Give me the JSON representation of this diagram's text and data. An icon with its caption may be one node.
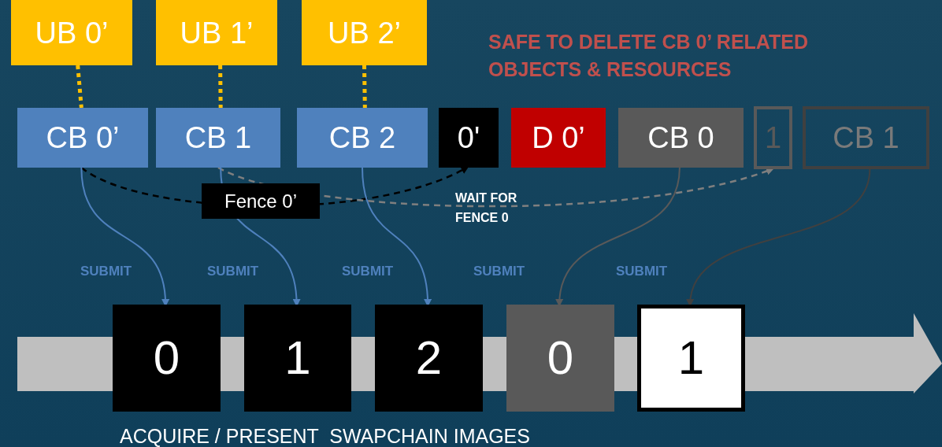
{
  "diagram": {
    "nodes": [
      {
        "text": [
          "UB 0’"
        ]
      },
      {
        "text": [
          "UB 1’"
        ]
      },
      {
        "text": [
          "UB 2’"
        ]
      },
      {
        "text": [
          "CB 0’"
        ]
      },
      {
        "text": [
          "CB 1"
        ]
      },
      {
        "text": [
          "CB 2"
        ]
      },
      {
        "text": [
          "0'"
        ]
      },
      {
        "text": [
          "D 0’"
        ]
      },
      {
        "text": [
          "CB 0"
        ]
      },
      {
        "text": [
          "1"
        ]
      },
      {
        "text": [
          "CB 1"
        ]
      },
      {
        "text": [
          "0"
        ]
      },
      {
        "text": [
          "1"
        ]
      },
      {
        "text": [
          "2"
        ]
      },
      {
        "text": [
          "0"
        ]
      },
      {
        "text": [
          "1"
        ]
      }
    ],
    "edges": [
      {
        "from": 0,
        "to": 3,
        "arrow": "none",
        "style": "dashed",
        "color": "#ffc000"
      },
      {
        "from": 1,
        "to": 4,
        "arrow": "none",
        "style": "dashed",
        "color": "#ffc000"
      },
      {
        "from": 2,
        "to": 5,
        "arrow": "none",
        "style": "dashed",
        "color": "#ffc000"
      },
      {
        "from": 3,
        "to": 6,
        "arrow": "to",
        "style": "dashed",
        "color": "#000000",
        "label": "Fence 0’"
      },
      {
        "from": 4,
        "to": 9,
        "arrow": "to",
        "style": "dashed",
        "color": "#7f7f7f"
      },
      {
        "from": 3,
        "to": 11,
        "arrow": "to",
        "color": "#4f81bd",
        "label": "SUBMIT"
      },
      {
        "from": 4,
        "to": 12,
        "arrow": "to",
        "color": "#4f81bd",
        "label": "SUBMIT"
      },
      {
        "from": 5,
        "to": 13,
        "arrow": "to",
        "color": "#4f81bd",
        "label": "SUBMIT"
      },
      {
        "from": 8,
        "to": 14,
        "arrow": "to",
        "color": "#595959",
        "label": "SUBMIT"
      },
      {
        "from": 10,
        "to": 15,
        "arrow": "to",
        "color": "#404040",
        "label": "SUBMIT"
      }
    ],
    "labels": [
      "SAFE TO DELETE CB 0’ RELATED OBJECTS & RESOURCES",
      "WAIT FOR FENCE 0",
      "ACQUIRE / PRESENT  SWAPCHAIN IMAGES"
    ]
  }
}
